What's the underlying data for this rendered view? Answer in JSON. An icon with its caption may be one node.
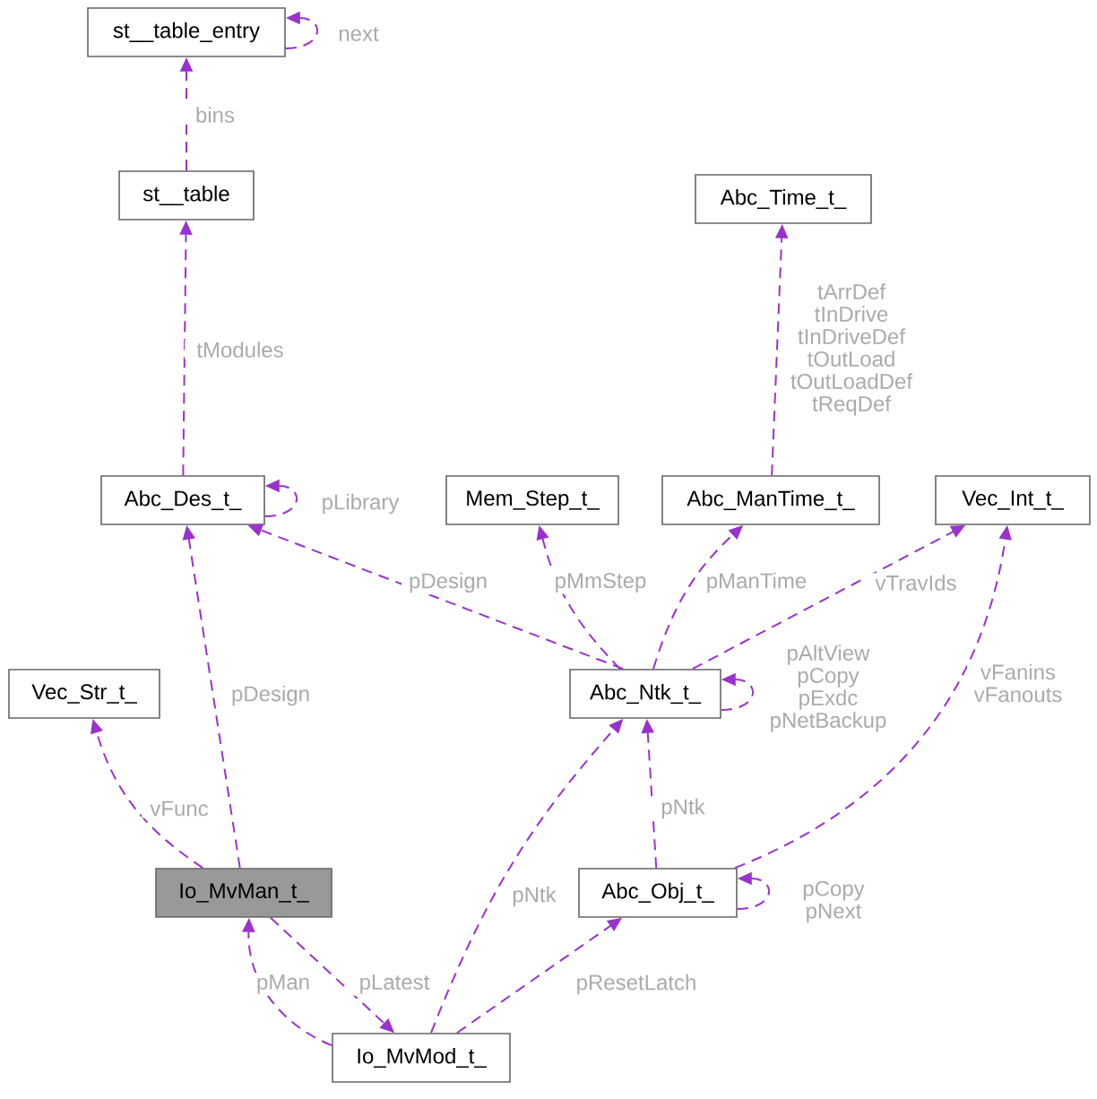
{
  "diagram": {
    "nodes": [
      {
        "text": [
          "st__table_entry"
        ]
      },
      {
        "text": [
          "st__table"
        ]
      },
      {
        "text": [
          "Abc_Time_t_"
        ]
      },
      {
        "text": [
          "Abc_Des_t_"
        ]
      },
      {
        "text": [
          "Mem_Step_t_"
        ]
      },
      {
        "text": [
          "Abc_ManTime_t_"
        ]
      },
      {
        "text": [
          "Vec_Int_t_"
        ]
      },
      {
        "text": [
          "Vec_Str_t_"
        ]
      },
      {
        "text": [
          "Abc_Ntk_t_"
        ]
      },
      {
        "text": [
          "Io_MvMan_t_"
        ]
      },
      {
        "text": [
          "Abc_Obj_t_"
        ]
      },
      {
        "text": [
          "Io_MvMod_t_"
        ]
      }
    ],
    "edges": [
      {
        "from": 0,
        "to": 0,
        "arrow": "to",
        "label": "next",
        "style": "dashed"
      },
      {
        "from": 1,
        "to": 0,
        "arrow": "to",
        "label": "bins",
        "style": "dashed"
      },
      {
        "from": 3,
        "to": 1,
        "arrow": "to",
        "label": "tModules",
        "style": "dashed"
      },
      {
        "from": 3,
        "to": 3,
        "arrow": "to",
        "label": "pLibrary",
        "style": "dashed"
      },
      {
        "from": 5,
        "to": 2,
        "arrow": "to",
        "label": "tArrDef tInDrive tInDriveDef tOutLoad tOutLoadDef tReqDef",
        "style": "dashed"
      },
      {
        "from": 8,
        "to": 3,
        "arrow": "to",
        "label": "pDesign",
        "style": "dashed"
      },
      {
        "from": 8,
        "to": 4,
        "arrow": "to",
        "label": "pMmStep",
        "style": "dashed"
      },
      {
        "from": 8,
        "to": 5,
        "arrow": "to",
        "label": "pManTime",
        "style": "dashed"
      },
      {
        "from": 8,
        "to": 6,
        "arrow": "to",
        "label": "vTravIds",
        "style": "dashed"
      },
      {
        "from": 8,
        "to": 8,
        "arrow": "to",
        "label": "pAltView pCopy pExdc pNetBackup",
        "style": "dashed"
      },
      {
        "from": 9,
        "to": 7,
        "arrow": "to",
        "label": "vFunc",
        "style": "dashed"
      },
      {
        "from": 9,
        "to": 3,
        "arrow": "to",
        "label": "pDesign",
        "style": "dashed"
      },
      {
        "from": 9,
        "to": 11,
        "arrow": "to",
        "label": "pLatest",
        "style": "dashed"
      },
      {
        "from": 11,
        "to": 9,
        "arrow": "to",
        "label": "pMan",
        "style": "dashed"
      },
      {
        "from": 11,
        "to": 8,
        "arrow": "to",
        "label": "pNtk",
        "style": "dashed"
      },
      {
        "from": 11,
        "to": 10,
        "arrow": "to",
        "label": "pResetLatch",
        "style": "dashed"
      },
      {
        "from": 10,
        "to": 8,
        "arrow": "to",
        "label": "pNtk",
        "style": "dashed"
      },
      {
        "from": 10,
        "to": 6,
        "arrow": "to",
        "label": "vFanins vFanouts",
        "style": "dashed"
      },
      {
        "from": 10,
        "to": 10,
        "arrow": "to",
        "label": "pCopy pNext",
        "style": "dashed"
      }
    ]
  }
}
